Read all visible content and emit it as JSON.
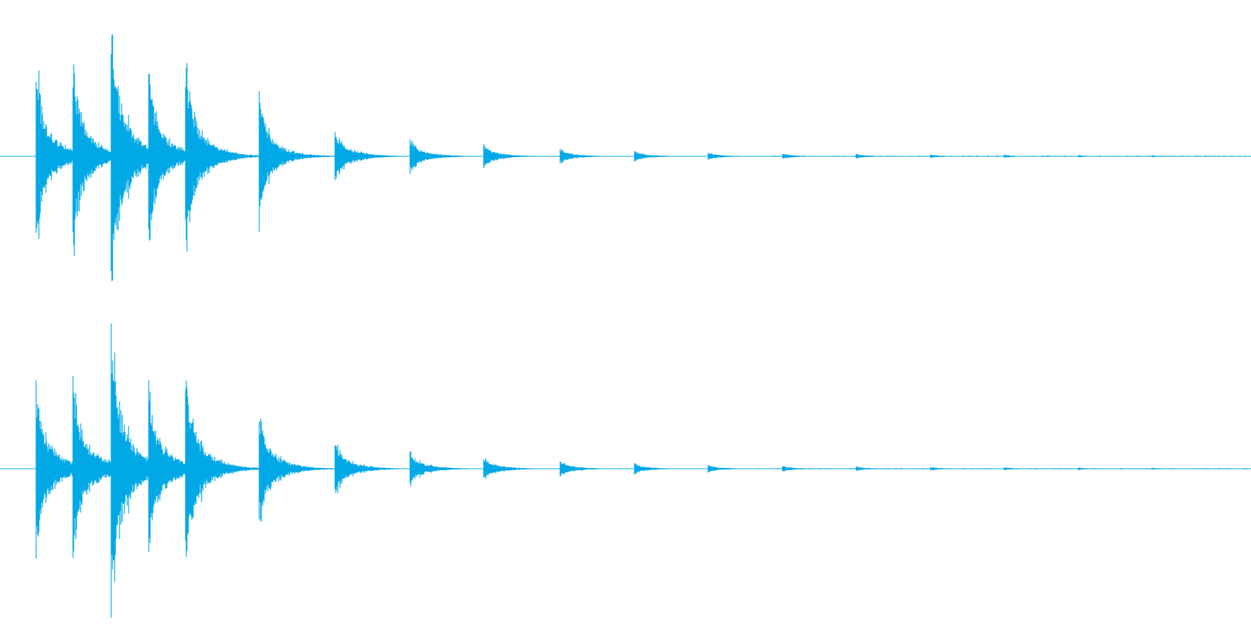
{
  "waveform": {
    "channel_count": 2,
    "color": "#00a8e6",
    "channels": [
      {
        "name": "",
        "onsets": [
          0.015,
          0.045,
          0.076,
          0.106,
          0.136,
          0.196,
          0.257,
          0.318,
          0.378,
          0.44,
          0.5,
          0.56,
          0.62,
          0.68,
          0.74,
          0.8,
          0.86,
          0.92
        ]
      },
      {
        "name": "",
        "onsets": [
          0.015,
          0.045,
          0.076,
          0.106,
          0.136,
          0.196,
          0.257,
          0.318,
          0.378,
          0.44,
          0.5,
          0.56,
          0.62,
          0.68,
          0.74,
          0.8,
          0.86,
          0.92
        ]
      }
    ],
    "onset_peaks": [
      0.58,
      0.62,
      0.98,
      0.58,
      0.68,
      0.38,
      0.2,
      0.12,
      0.08,
      0.05,
      0.035,
      0.025,
      0.02,
      0.015,
      0.012,
      0.01,
      0.008,
      0.006
    ]
  }
}
